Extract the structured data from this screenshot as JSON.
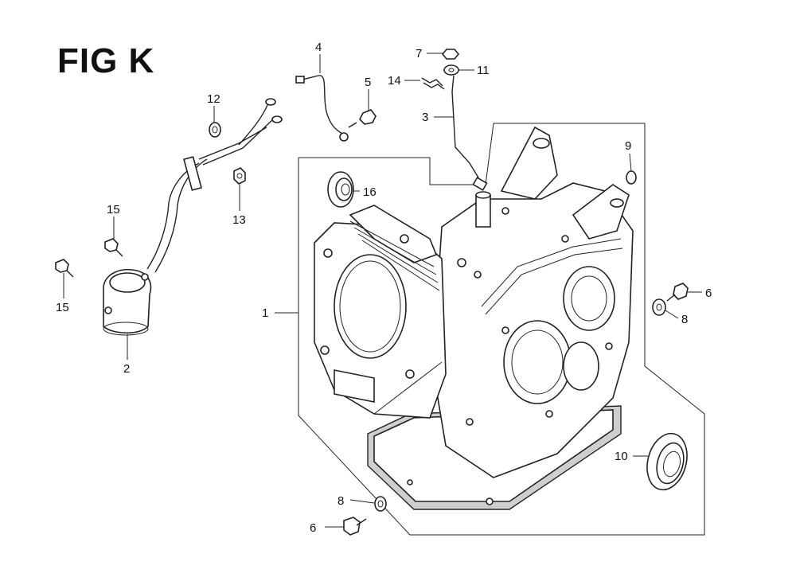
{
  "figure": {
    "title": "FIG K"
  },
  "callouts": [
    {
      "id": "1",
      "label": "1"
    },
    {
      "id": "2",
      "label": "2"
    },
    {
      "id": "3",
      "label": "3"
    },
    {
      "id": "4",
      "label": "4"
    },
    {
      "id": "5",
      "label": "5"
    },
    {
      "id": "6a",
      "label": "6"
    },
    {
      "id": "6b",
      "label": "6"
    },
    {
      "id": "7",
      "label": "7"
    },
    {
      "id": "8a",
      "label": "8"
    },
    {
      "id": "8b",
      "label": "8"
    },
    {
      "id": "9",
      "label": "9"
    },
    {
      "id": "10",
      "label": "10"
    },
    {
      "id": "11",
      "label": "11"
    },
    {
      "id": "12",
      "label": "12"
    },
    {
      "id": "13",
      "label": "13"
    },
    {
      "id": "14",
      "label": "14"
    },
    {
      "id": "15a",
      "label": "15"
    },
    {
      "id": "15b",
      "label": "15"
    },
    {
      "id": "16",
      "label": "16"
    }
  ]
}
